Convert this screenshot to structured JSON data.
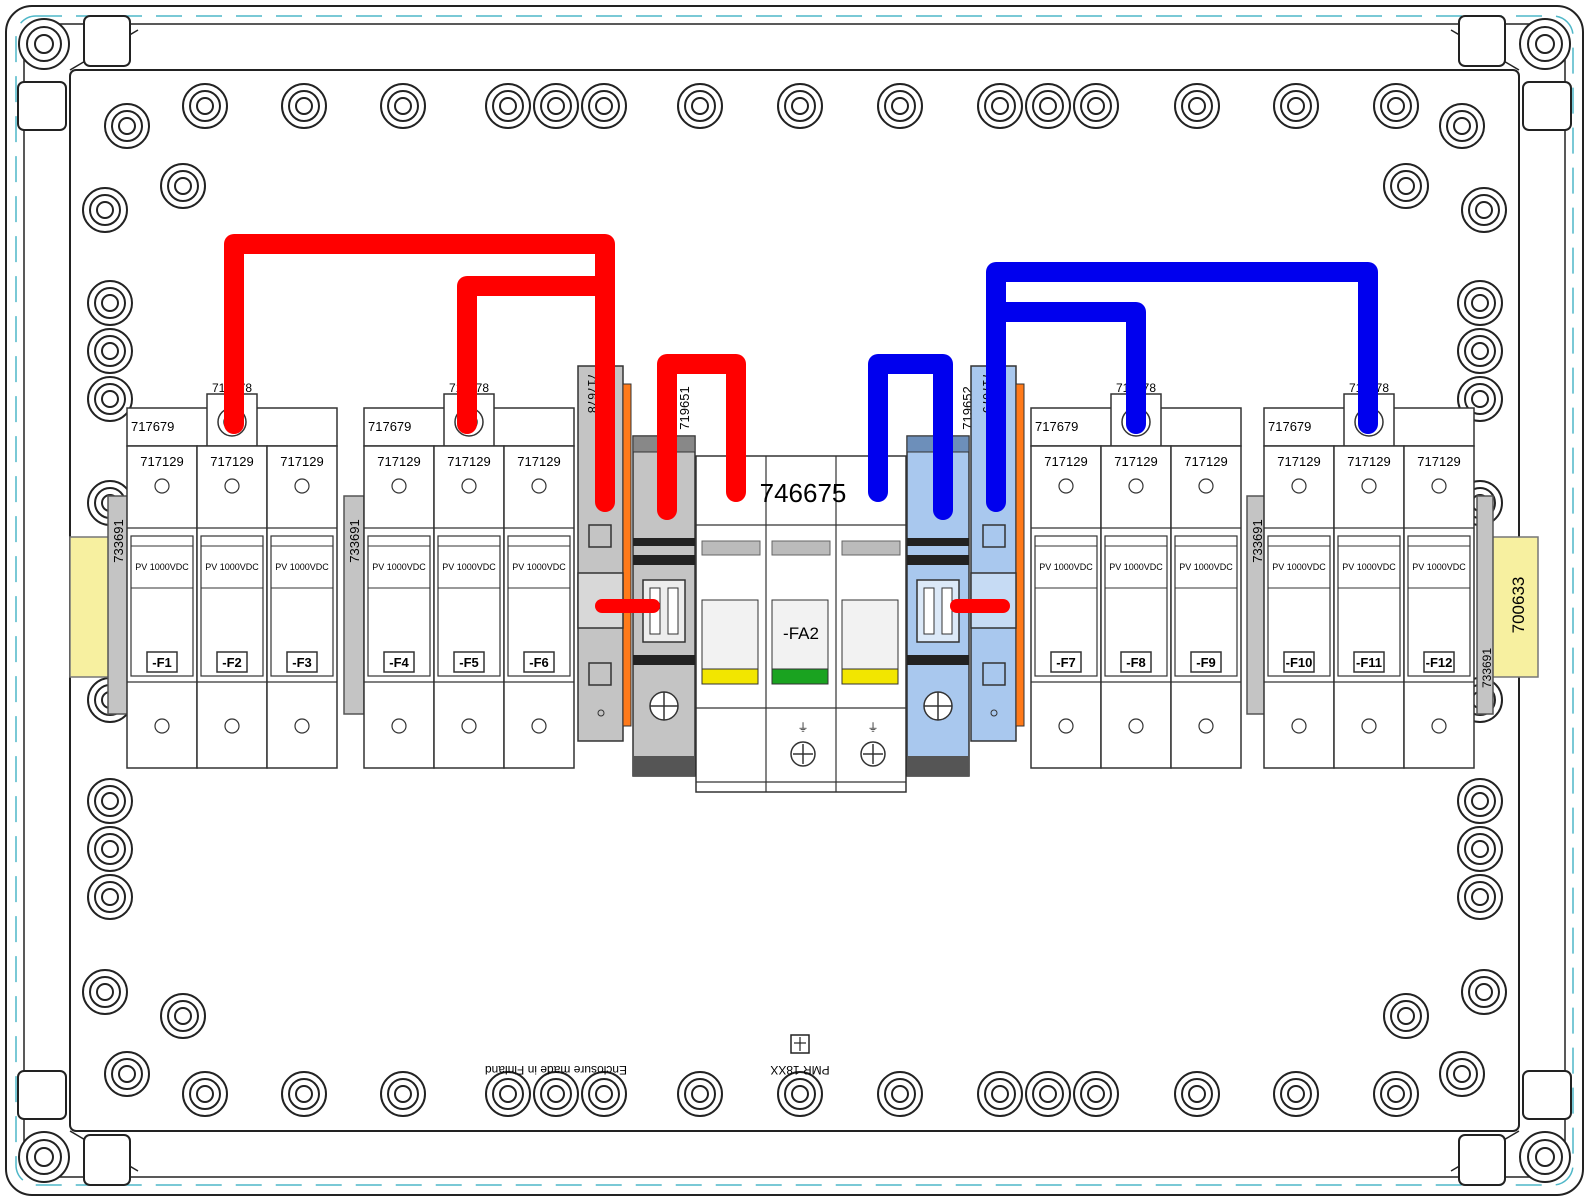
{
  "enclosure": {
    "bottom_text_1": "Enclosure made in Finland",
    "bottom_text_2": "PMR 18XX"
  },
  "fuse_groups": [
    {
      "base_code": "717679",
      "cover_code": "717678",
      "holder_code": "717129",
      "rating": "PV 1000VDC",
      "labels": [
        "-F1",
        "-F2",
        "-F3"
      ]
    },
    {
      "base_code": "717679",
      "cover_code": "717678",
      "holder_code": "717129",
      "rating": "PV 1000VDC",
      "labels": [
        "-F4",
        "-F5",
        "-F6"
      ]
    },
    {
      "base_code": "717679",
      "cover_code": "717678",
      "holder_code": "717129",
      "rating": "PV 1000VDC",
      "labels": [
        "-F7",
        "-F8",
        "-F9"
      ]
    },
    {
      "base_code": "717679",
      "cover_code": "717678",
      "holder_code": "717129",
      "rating": "PV 1000VDC",
      "labels": [
        "-F10",
        "-F11",
        "-F12"
      ]
    }
  ],
  "end_stops": [
    "733691",
    "733691",
    "733691",
    "733691"
  ],
  "terminals": {
    "left_code": "719651",
    "right_code": "719652",
    "left_partial": "717678",
    "right_partial": "717679"
  },
  "surge_protector": {
    "code": "746675",
    "label": "-FA2",
    "indicator_colors": [
      "#f2e600",
      "#1aa320",
      "#f2e600"
    ]
  },
  "din_rail_code": "700633",
  "wire_colors": {
    "positive": "#ff0000",
    "negative": "#0000ee"
  }
}
